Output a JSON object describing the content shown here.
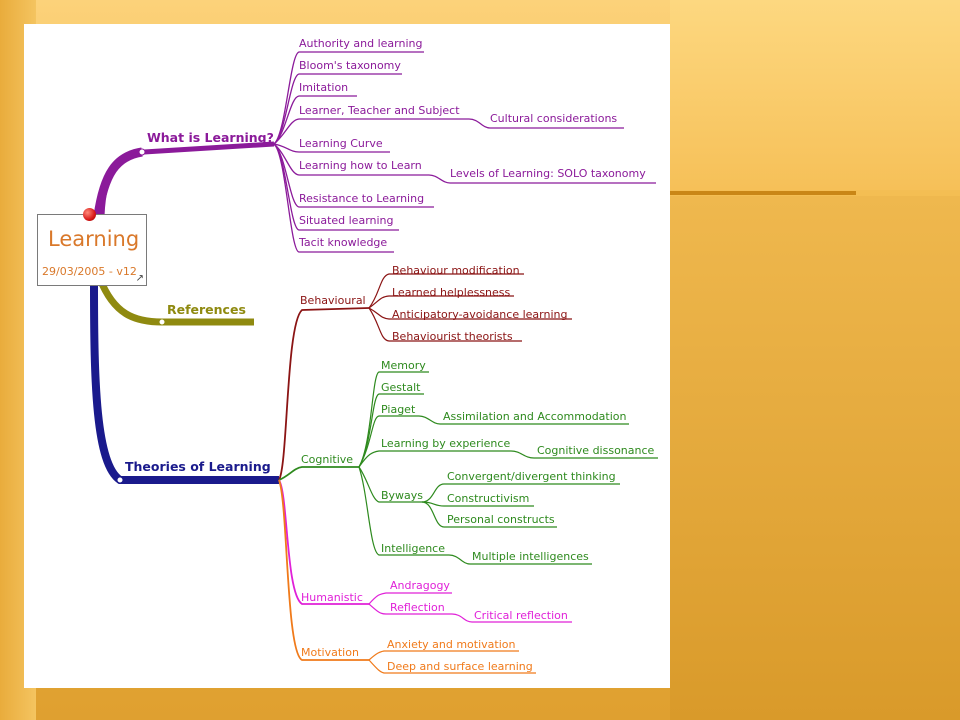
{
  "root": {
    "title": "Learning",
    "subtitle": "29/03/2005 - v12"
  },
  "colors": {
    "what": "#8b1a9a",
    "references": "#8f8a10",
    "theories": "#1a1a8c",
    "behavioural": "#8b1414",
    "cognitive": "#2e8a1e",
    "humanistic": "#e020d8",
    "motivation": "#f07a1a",
    "root_text": "#d9782a"
  },
  "branches": {
    "what": "What is Learning?",
    "references": "References",
    "theories": "Theories of Learning"
  },
  "what_items": [
    "Authority and learning",
    "Bloom's taxonomy",
    "Imitation",
    "Learner, Teacher and Subject",
    "Learning Curve",
    "Learning how to Learn",
    "Resistance to Learning",
    "Situated learning",
    "Tacit knowledge"
  ],
  "what_sub": {
    "cultural": "Cultural considerations",
    "solo": "Levels of Learning: SOLO taxonomy"
  },
  "theories": {
    "behavioural": {
      "label": "Behavioural",
      "items": [
        "Behaviour modification",
        "Learned helplessness",
        "Anticipatory-avoidance learning",
        "Behaviourist theorists"
      ]
    },
    "cognitive": {
      "label": "Cognitive",
      "items": {
        "memory": "Memory",
        "gestalt": "Gestalt",
        "piaget": "Piaget",
        "assimilation": "Assimilation and Accommodation",
        "experience": "Learning by experience",
        "dissonance": "Cognitive dissonance",
        "byways": "Byways",
        "convergent": "Convergent/divergent thinking",
        "constructivism": "Constructivism",
        "personal": "Personal constructs",
        "intelligence": "Intelligence",
        "multiple": "Multiple intelligences"
      }
    },
    "humanistic": {
      "label": "Humanistic",
      "items": {
        "andragogy": "Andragogy",
        "reflection": "Reflection",
        "critical": "Critical reflection"
      }
    },
    "motivation": {
      "label": "Motivation",
      "items": [
        "Anxiety and motivation",
        "Deep and surface learning"
      ]
    }
  }
}
